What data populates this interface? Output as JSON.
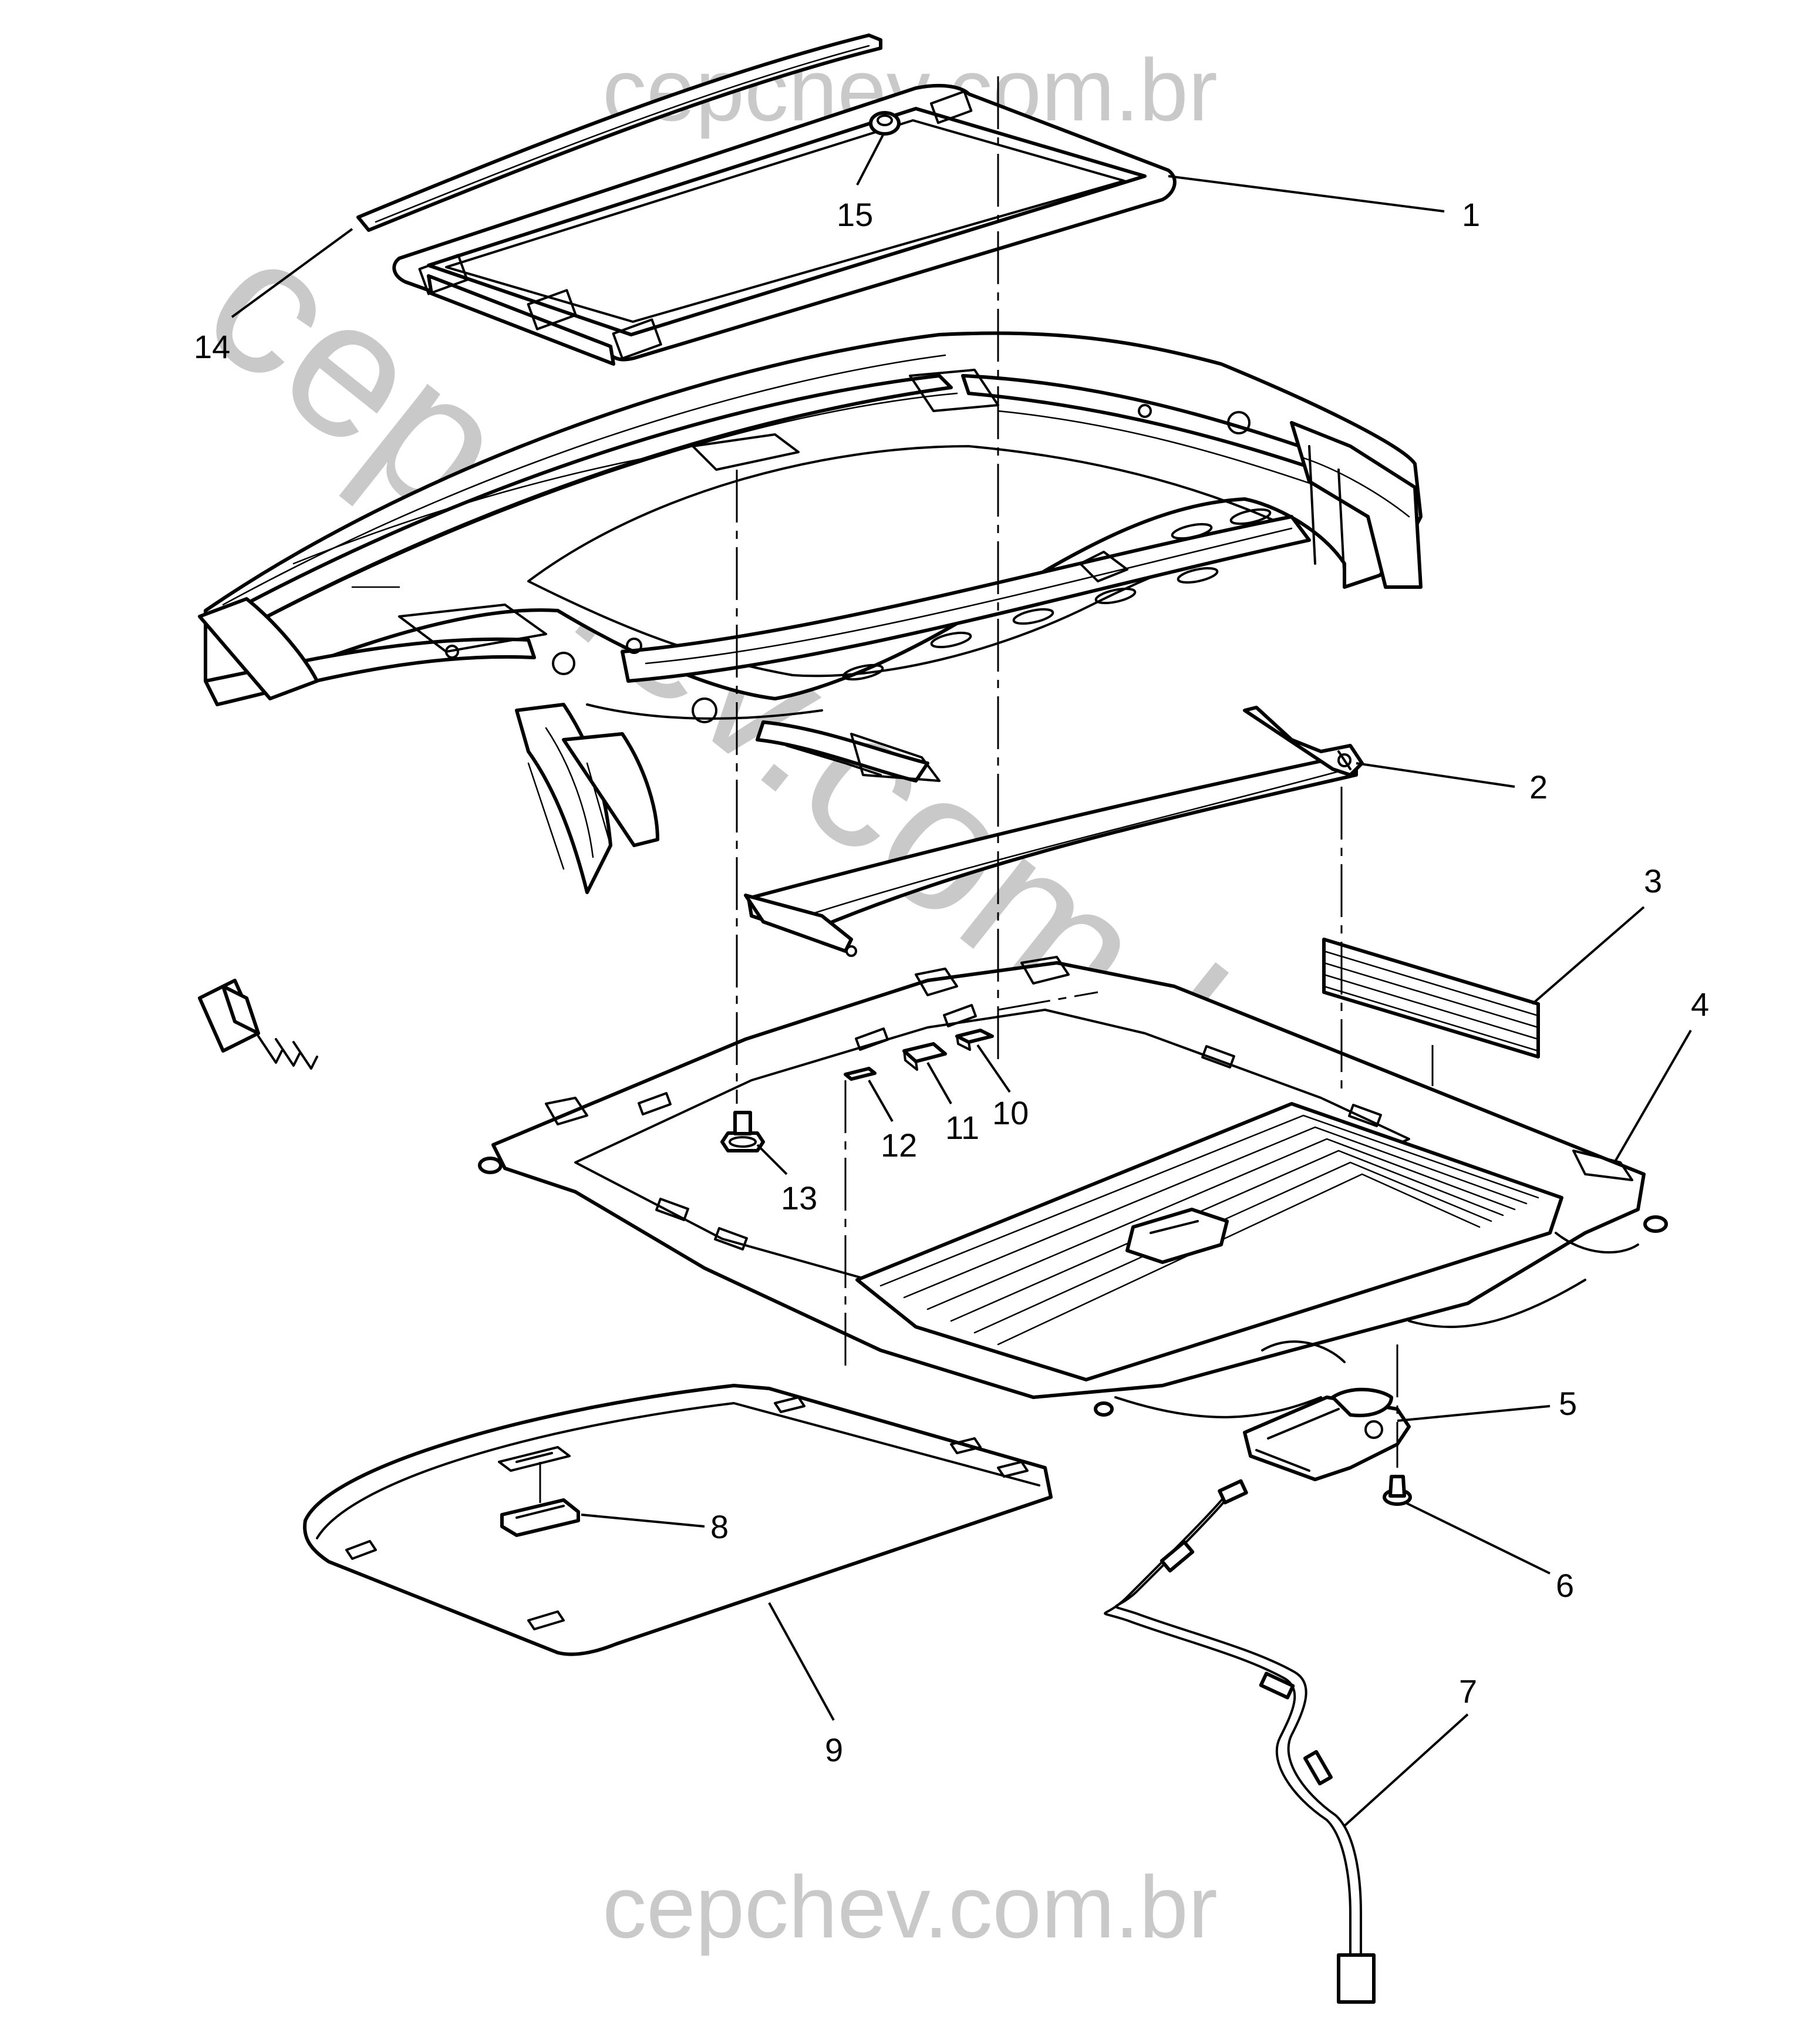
{
  "watermark": {
    "top": "cepchev.com.br",
    "bottom": "cepchev.com.br",
    "diagonal": "cepchev.com.br"
  },
  "colors": {
    "line": "#000000",
    "background": "#ffffff",
    "watermark": "#c9c9c9"
  },
  "callouts": {
    "c1": "1",
    "c2": "2",
    "c3": "3",
    "c4": "4",
    "c5": "5",
    "c6": "6",
    "c7": "7",
    "c8": "8",
    "c9": "9",
    "c10": "10",
    "c11": "11",
    "c12": "12",
    "c13": "13",
    "c14": "14",
    "c15": "15"
  },
  "icons": {
    "front_arrow": "front-direction-arrow-icon"
  }
}
